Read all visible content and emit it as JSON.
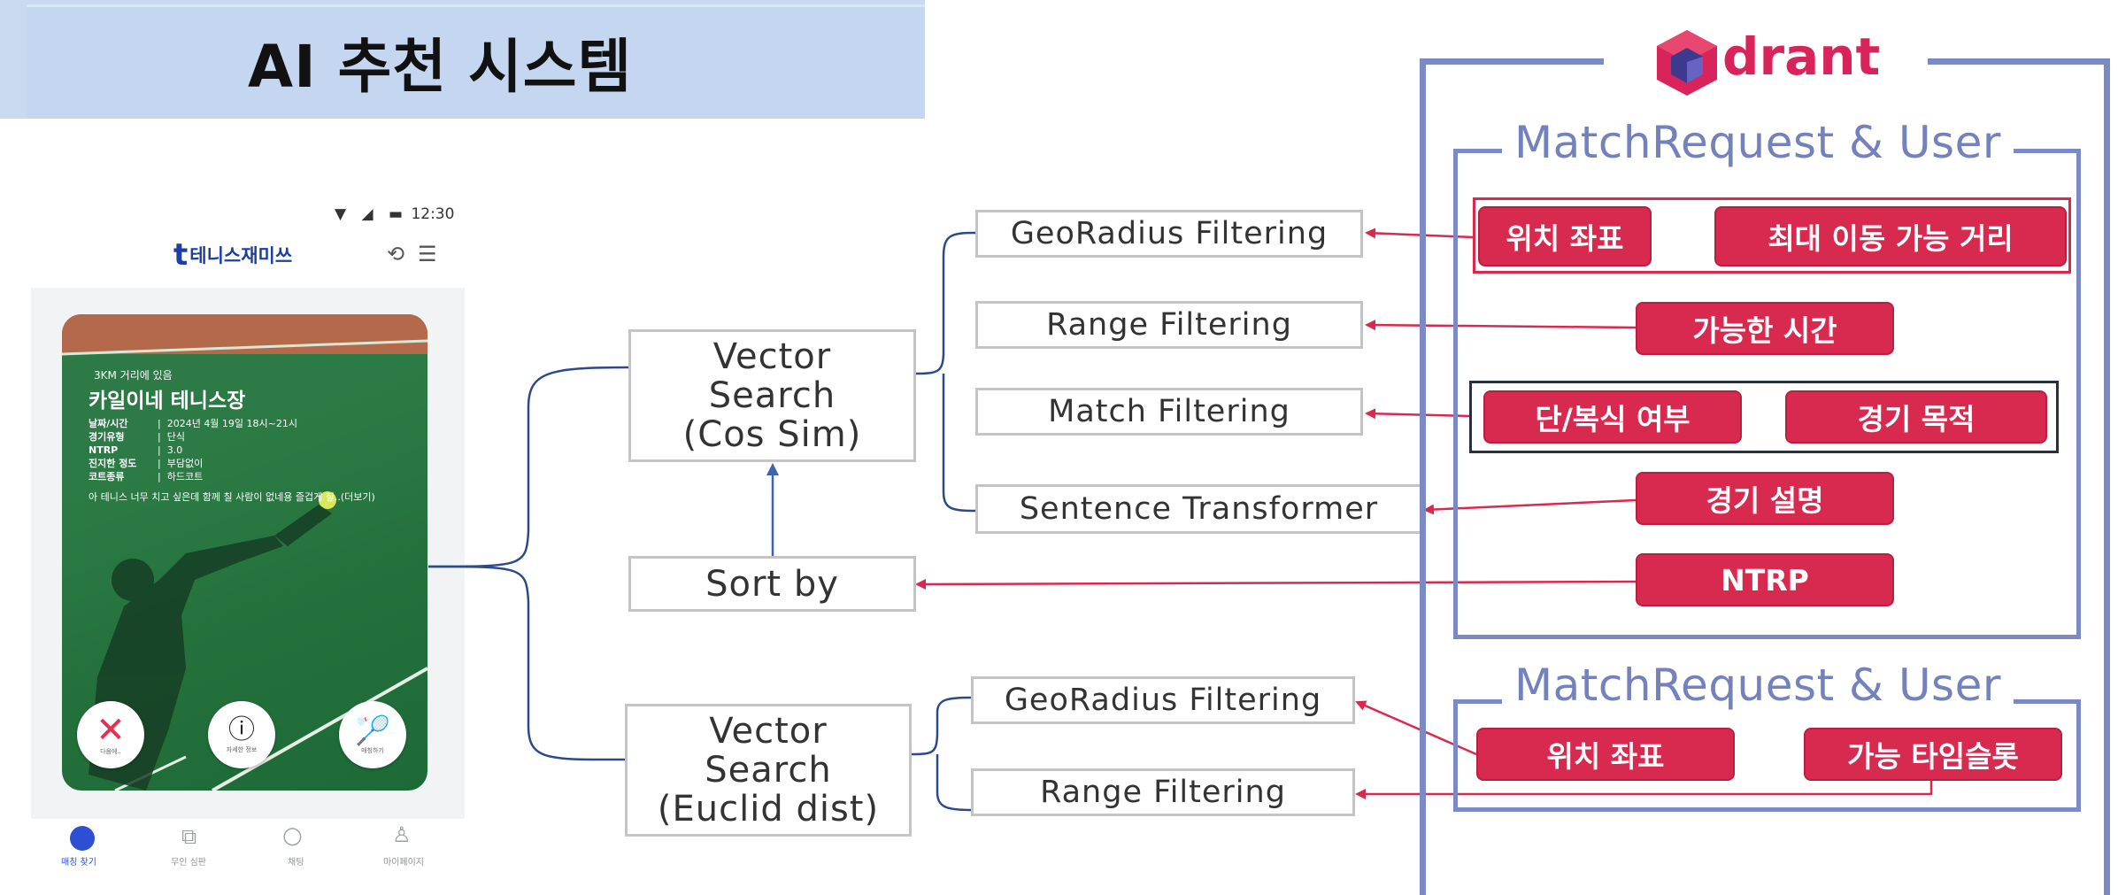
{
  "title": "AI 추천 시스템",
  "phone": {
    "status_time": "12:30",
    "brand": "테니스재미쓰",
    "card": {
      "distance": "3KM 거리에 있음",
      "court_name": "카일이네 테니스장",
      "rows": [
        {
          "label": "날짜/시간",
          "value": "2024년 4월 19일 18시~21시"
        },
        {
          "label": "경기유형",
          "value": "단식"
        },
        {
          "label": "NTRP",
          "value": "3.0"
        },
        {
          "label": "진지한 정도",
          "value": "부담없이"
        },
        {
          "label": "코트종류",
          "value": "하드코트"
        }
      ],
      "description": "아 테니스 너무 치고 싶은데 함께 칠 사람이 없네용 즐겁게 칠..(더보기)",
      "buttons": [
        {
          "label": "다음에.."
        },
        {
          "label": "자세한 정보"
        },
        {
          "label": "매칭하기"
        }
      ]
    },
    "nav": [
      {
        "label": "매칭 찾기"
      },
      {
        "label": "무인 심판"
      },
      {
        "label": "채팅"
      },
      {
        "label": "마이페이지"
      }
    ]
  },
  "flow": {
    "vector_search_cos": [
      "Vector",
      "Search",
      "(Cos Sim)"
    ],
    "vector_search_euclid": [
      "Vector",
      "Search",
      "(Euclid dist)"
    ],
    "sort_by": "Sort by",
    "top_filters": [
      "GeoRadius Filtering",
      "Range Filtering",
      "Match Filtering",
      "Sentence Transformer"
    ],
    "bottom_filters": [
      "GeoRadius Filtering",
      "Range Filtering"
    ]
  },
  "qdrant": {
    "logo_text": "drant",
    "section1_title": "MatchRequest & User",
    "section2_title": "MatchRequest & User",
    "s1_pills": {
      "location": "위치 좌표",
      "max_distance": "최대 이동 가능 거리",
      "available_time": "가능한 시간",
      "single_double": "단/복식 여부",
      "match_purpose": "경기 목적",
      "match_description": "경기 설명",
      "ntrp": "NTRP"
    },
    "s2_pills": {
      "location": "위치 좌표",
      "time_slot": "가능 타임슬롯"
    }
  },
  "colors": {
    "pill_red": "#d82a4e",
    "qdrant_frame": "#7b8ac2",
    "connector_blue": "#2c4a8a",
    "banner": "#c5d7f0",
    "court_green": "#2b7a44"
  }
}
